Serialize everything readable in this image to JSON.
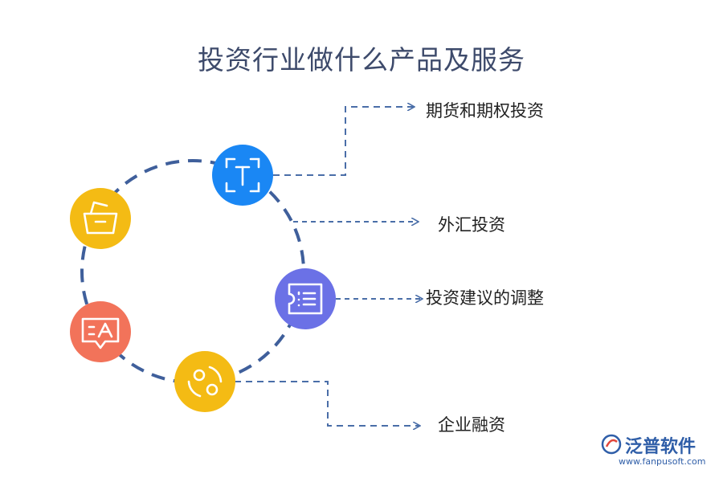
{
  "title": "投资行业做什么产品及服务",
  "colors": {
    "ring": "#3f5f9b",
    "connector": "#4a6ea8",
    "blue": "#1a87f4",
    "purple": "#6b71e6",
    "gold": "#f4bb14",
    "coral": "#f2735a"
  },
  "items": [
    {
      "label": "期货和期权投资",
      "icon": "focus-text-icon",
      "color": "blue"
    },
    {
      "label": "外汇投资"
    },
    {
      "label": "投资建议的调整",
      "icon": "ticket-list-icon",
      "color": "purple"
    },
    {
      "label": "企业融资",
      "icon": "exchange-cycle-icon",
      "color": "gold"
    }
  ],
  "decor_icons": [
    {
      "icon": "basket-icon",
      "color": "gold"
    },
    {
      "icon": "translate-message-icon",
      "color": "coral"
    }
  ],
  "brand": {
    "name": "泛普软件",
    "url": "www.fanpusoft.com"
  }
}
